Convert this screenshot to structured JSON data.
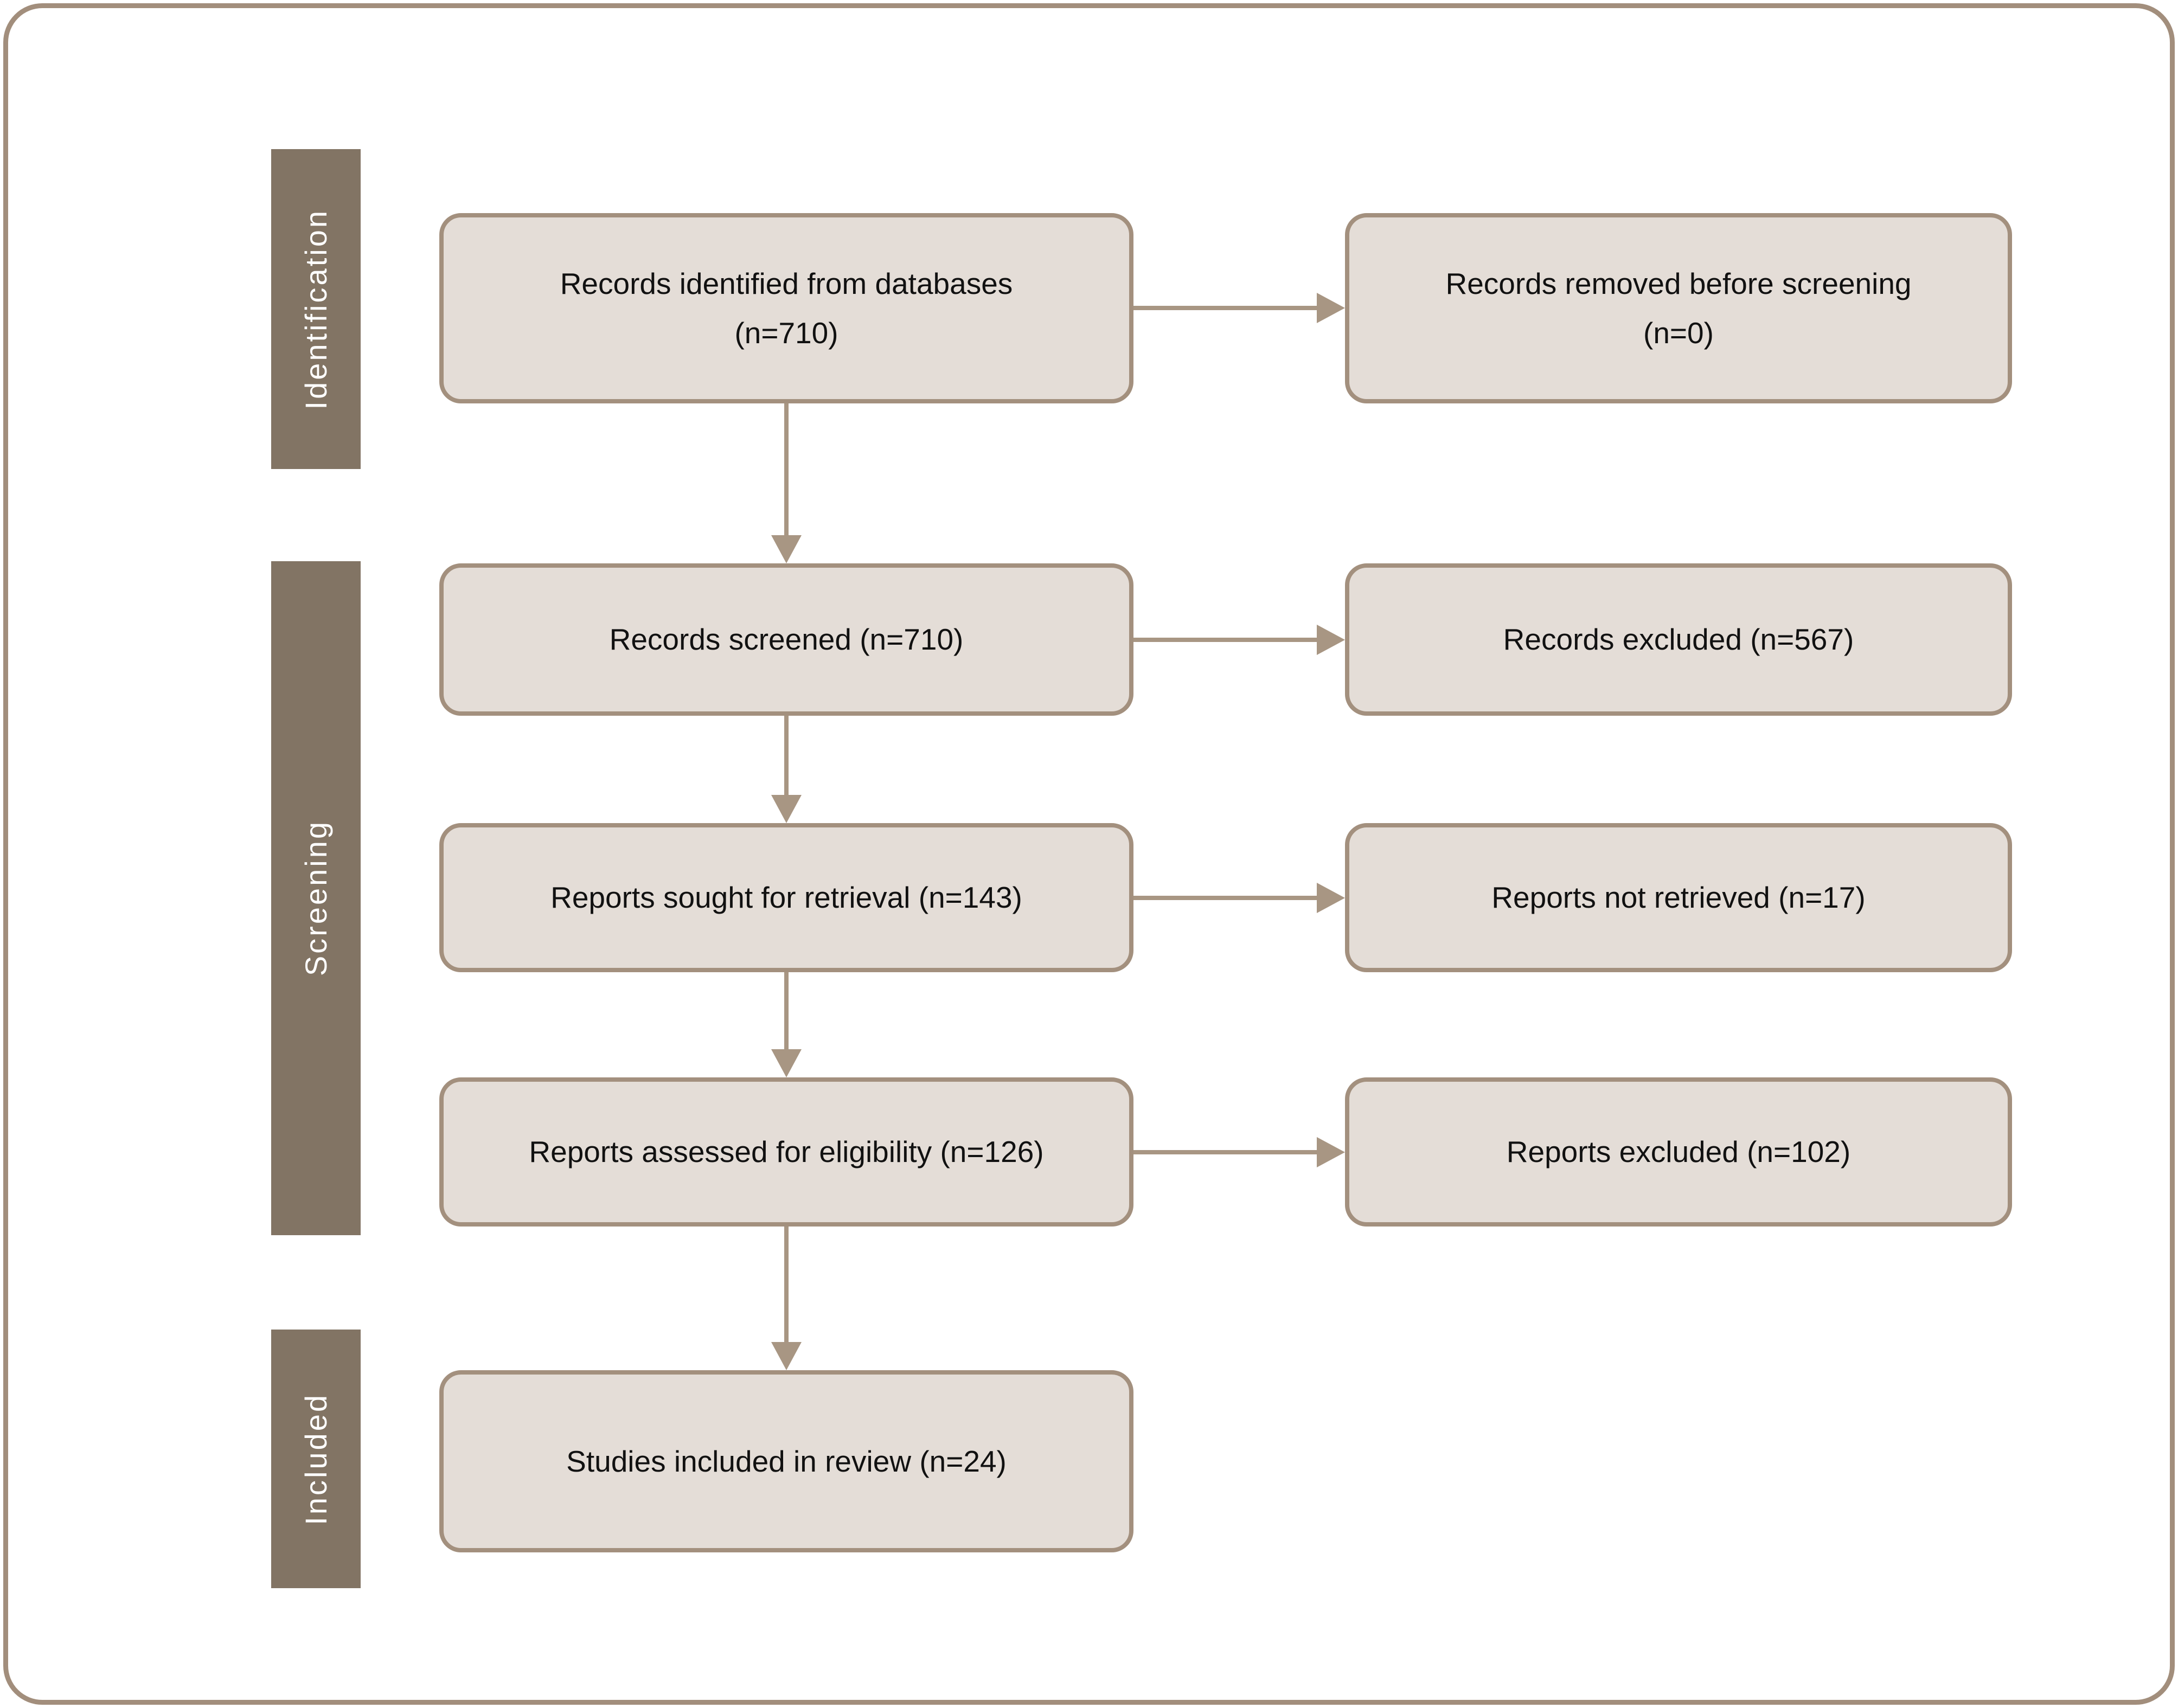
{
  "colors": {
    "bar": "#827464",
    "bar-text": "#ffffff",
    "box-fill": "#e4ddd7",
    "box-border": "#a3907e",
    "arrow": "#a89683",
    "frame": "#a28e7c",
    "text": "#111111",
    "background": "#ffffff"
  },
  "sidebar": {
    "items": [
      {
        "label": "Identification"
      },
      {
        "label": "Screening"
      },
      {
        "label": "Included"
      }
    ]
  },
  "flow": {
    "main": [
      {
        "text": "Records identified from databases\n(n=710)"
      },
      {
        "text": "Records screened (n=710)"
      },
      {
        "text": "Reports sought for retrieval (n=143)"
      },
      {
        "text": "Reports assessed for eligibility (n=126)"
      },
      {
        "text": "Studies included in review (n=24)"
      }
    ],
    "side": [
      {
        "text": "Records removed before screening\n(n=0)"
      },
      {
        "text": "Records excluded (n=567)"
      },
      {
        "text": "Reports not retrieved (n=17)"
      },
      {
        "text": "Reports excluded (n=102)"
      }
    ]
  }
}
